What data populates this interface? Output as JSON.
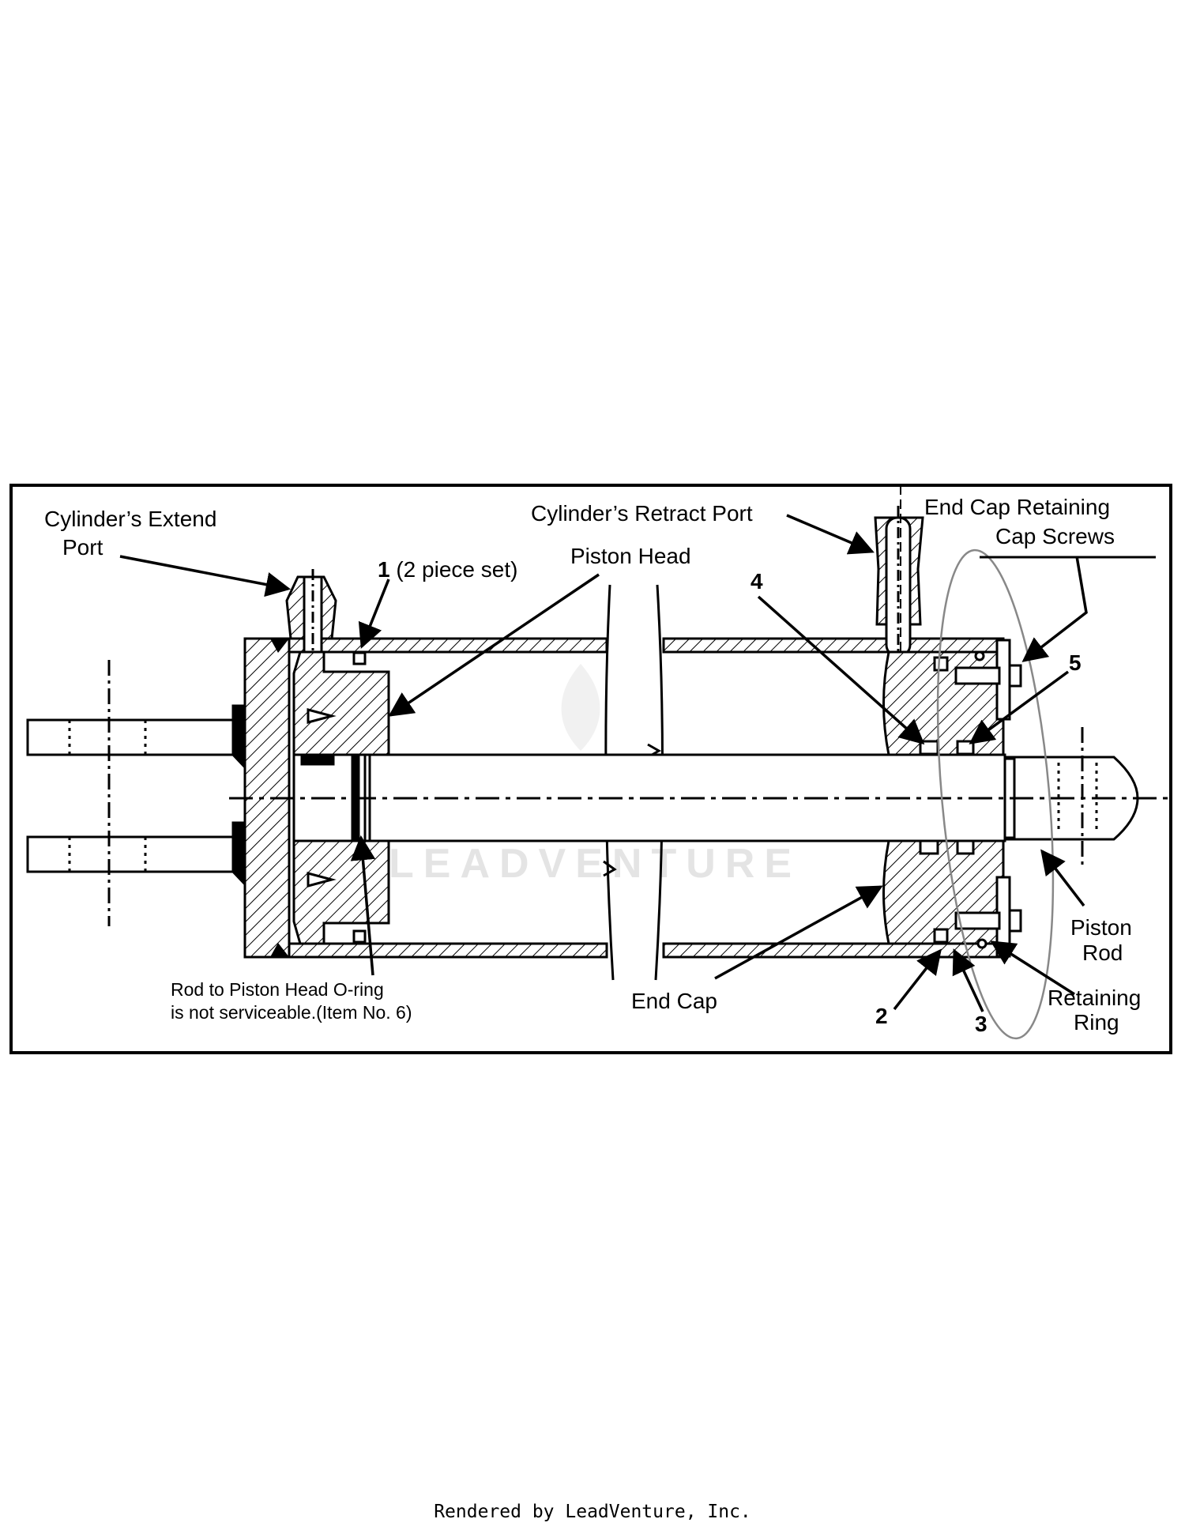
{
  "diagram": {
    "labels": {
      "extend_port_line1": "Cylinder’s Extend",
      "extend_port_line2": "Port",
      "item1_number": "1",
      "item1_text": " (2 piece set)",
      "piston_head": "Piston Head",
      "retract_port": "Cylinder’s Retract Port",
      "end_cap_screws_line1": "End Cap Retaining",
      "end_cap_screws_line2": "Cap Screws",
      "item4": "4",
      "item5": "5",
      "item2": "2",
      "item3": "3",
      "piston_rod_line1": "Piston",
      "piston_rod_line2": "Rod",
      "retaining_ring_line1": "Retaining",
      "retaining_ring_line2": "Ring",
      "end_cap": "End Cap",
      "oring_note_line1": "Rod to Piston Head O-ring",
      "oring_note_line2": "is not serviceable.(Item No. 6)"
    },
    "watermark": "LEADVENTURE"
  },
  "footer": "Rendered by LeadVenture, Inc."
}
